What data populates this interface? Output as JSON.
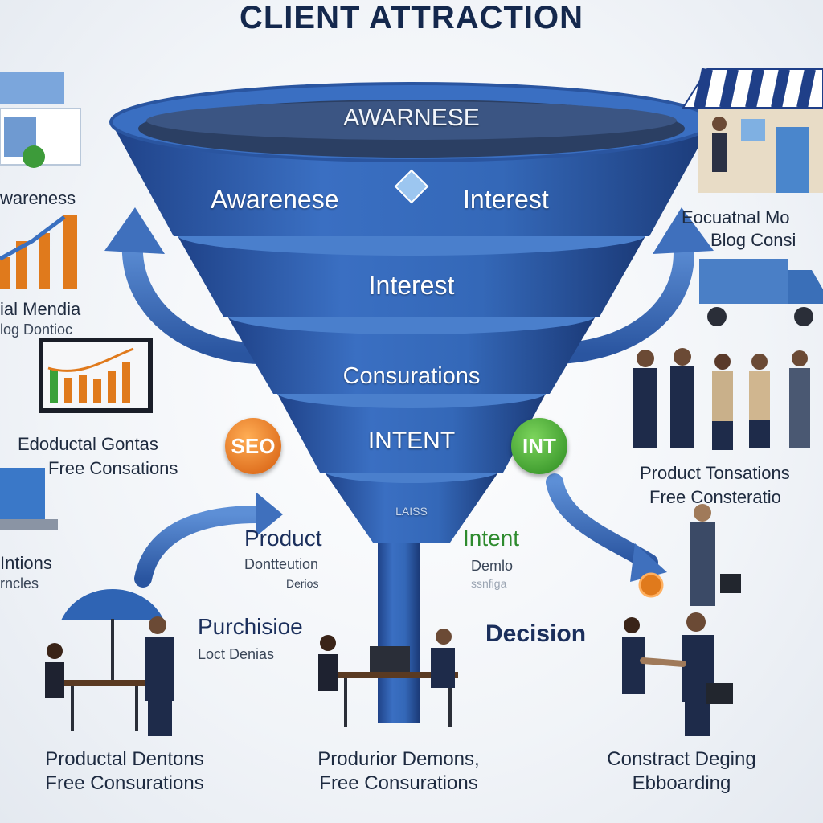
{
  "title": "CLIENT ATTRACTION",
  "funnel": {
    "rim_label": "AWARNESE",
    "tier1_left": "Awarenese",
    "tier1_right": "Interest",
    "tier2": "Interest",
    "tier3": "Consurations",
    "tier4": "INTENT",
    "tier5": "LAISS"
  },
  "badges": {
    "left": "SEO",
    "right": "INT"
  },
  "left_panel": {
    "awareness": "wareness",
    "media_1": "ial Mendia",
    "media_2": "log Dontioc",
    "edu_1": "Edoductal Gontas",
    "edu_2": "Free Consations",
    "intions_1": "Intions",
    "intions_2": "rncles"
  },
  "right_panel": {
    "edu_1": "Eocuatnal Mo",
    "edu_2": "Blog Consi",
    "prod_1": "Product Tonsations",
    "prod_2": "Free Consteratio"
  },
  "middle_labels": {
    "product": "Product",
    "product_sub_1": "Dontteution",
    "product_sub_2": "Derios",
    "intent": "Intent",
    "intent_sub_1": "Demlo",
    "intent_sub_2": "ssnfiga",
    "purchase": "Purchisioe",
    "purchase_sub": "Loct Denias",
    "decision": "Decision"
  },
  "bottom": {
    "left_1": "Productal Dentons",
    "left_2": "Free Consurations",
    "mid_1": "Produrior Demons,",
    "mid_2": "Free Consurations",
    "right_1": "Constract Deging",
    "right_2": "Ebboarding"
  },
  "colors": {
    "funnel_blue": "#2f5fae",
    "funnel_dark": "#1c3f80",
    "badge_orange": "#e8701a",
    "badge_green": "#3a9a2a",
    "title_navy": "#14284d"
  }
}
